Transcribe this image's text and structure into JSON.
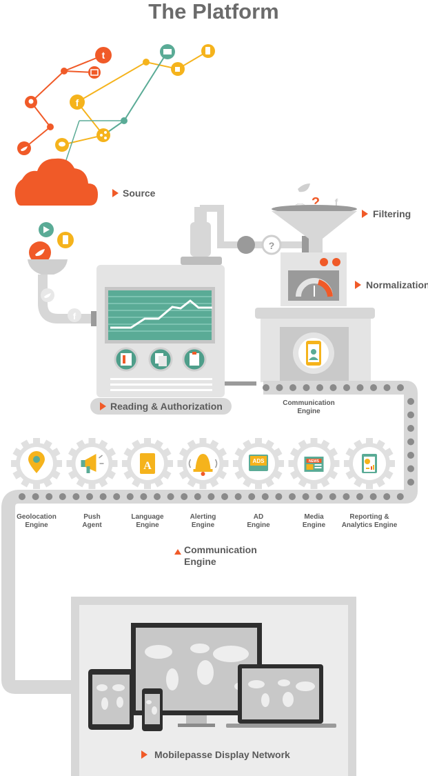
{
  "title": "The Platform",
  "colors": {
    "accent": "#f05a28",
    "yellow": "#f5b31c",
    "teal": "#5aab96",
    "gray": "#cfcfcf",
    "dark_gray": "#6b6b6b",
    "text": "#5a5a5a"
  },
  "stages": {
    "source": "Source",
    "filtering": "Filtering",
    "normalization": "Normalization",
    "reading": "Reading & Authorization",
    "comm_engine_small_1": "Communication",
    "comm_engine_small_2": "Engine",
    "comm_engine_1": "Communication",
    "comm_engine_2": "Engine",
    "display": "Mobilepasse Display Network"
  },
  "engines": [
    {
      "line1": "Geolocation",
      "line2": "Engine",
      "icon": "location-pin-icon"
    },
    {
      "line1": "Push",
      "line2": "Agent",
      "icon": "megaphone-icon"
    },
    {
      "line1": "Language",
      "line2": "Engine",
      "icon": "dictionary-icon"
    },
    {
      "line1": "Alerting",
      "line2": "Engine",
      "icon": "bell-icon"
    },
    {
      "line1": "AD",
      "line2": "Engine",
      "icon": "ads-icon"
    },
    {
      "line1": "Media",
      "line2": "Engine",
      "icon": "news-icon"
    },
    {
      "line1": "Reporting &",
      "line2": "Analytics Engine",
      "icon": "clipboard-chart-icon"
    }
  ],
  "source_icons": [
    "tumblr-icon",
    "flickr-icon",
    "lightbulb-icon",
    "twitter-icon",
    "facebook-icon",
    "chat-icon",
    "share-icon",
    "email-icon",
    "thumbs-up-icon",
    "mobile-icon"
  ],
  "ads_label": "ADS",
  "news_label": "NEWS"
}
